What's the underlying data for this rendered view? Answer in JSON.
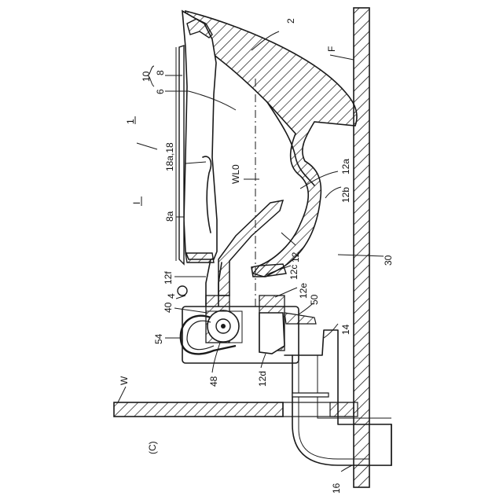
{
  "figure": {
    "panel_label": "(C)",
    "labels": {
      "l1": "1",
      "l2": "2",
      "l4": "4",
      "l6": "6",
      "l8": "8",
      "l8a": "8a",
      "l10": "10",
      "l12": "12",
      "l12a": "12a",
      "l12b": "12b",
      "l12c": "12c",
      "l12d": "12d",
      "l12e": "12e",
      "l12f": "12f",
      "l14": "14",
      "l16": "16",
      "l18": "18a,18",
      "l30": "30",
      "l40": "40",
      "l48": "48",
      "l50": "50",
      "l54": "54",
      "lF": "F",
      "lW": "W",
      "lWL0": "WL0",
      "lI": "I"
    }
  }
}
